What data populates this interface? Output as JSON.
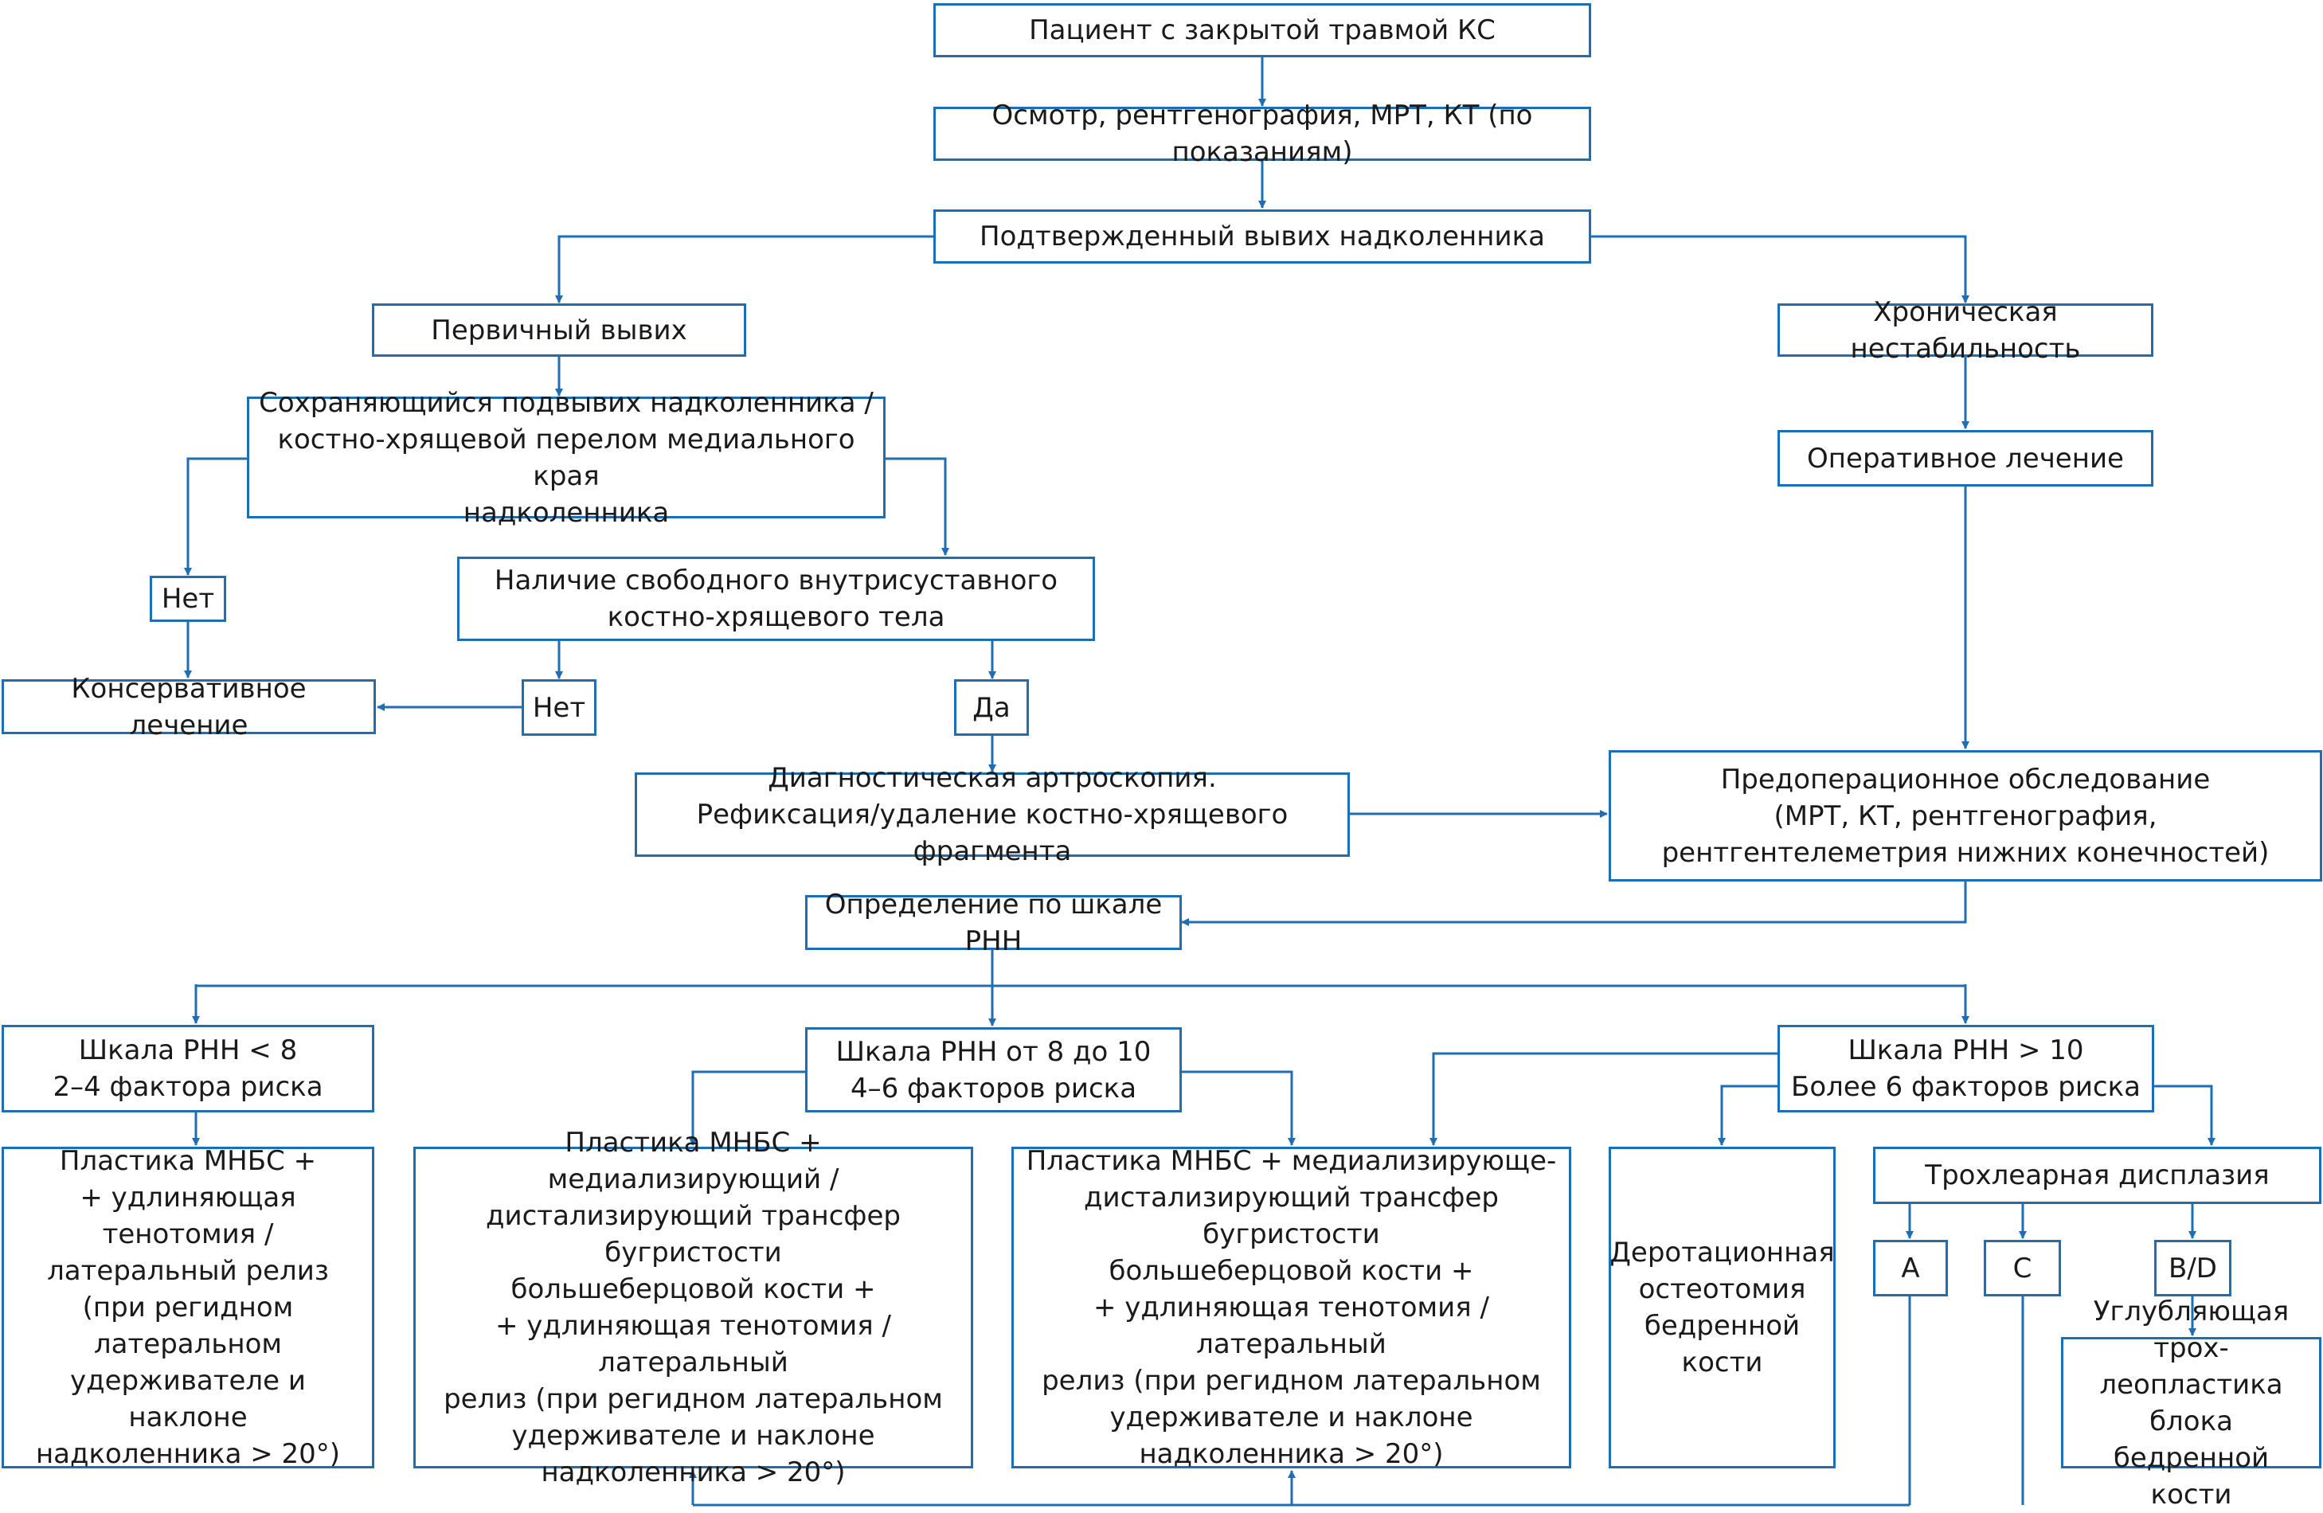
{
  "colors": {
    "line": "#1f6eb3",
    "text": "#1a1a1a",
    "background": "#ffffff"
  },
  "nodes": {
    "patient": "Пациент с закрытой травмой КС",
    "exam": "Осмотр, рентгенография, МРТ, КТ (по показаниям)",
    "confirmed": "Подтвержденный вывих надколенника",
    "primary": "Первичный вывих",
    "chronic": "Хроническая нестабильность",
    "persisting": "Сохраняющийся подвывих надколенника /\nкостно-хрящевой перелом медиального края\nнадколенника",
    "operative": "Оперативное лечение",
    "no1": "Нет",
    "loose_body": "Наличие свободного внутрисуставного\nкостно-хрящевого тела",
    "conservative": "Консервативное лечение",
    "no2": "Нет",
    "yes": "Да",
    "arthroscopy": "Диагностическая артроскопия.\nРефиксация/удаление костно-хрящевого фрагмента",
    "preop": "Предоперационное обследование\n(МРТ, КТ, рентгенография,\nрентгентелеметрия нижних конечностей)",
    "phh": "Определение по шкале PHH",
    "scale_low": "Шкала PHH < 8\n2–4 фактора риска",
    "scale_mid": "Шкала PHH от 8 до 10\n4–6 факторов риска",
    "scale_high": "Шкала PHH > 10\nБолее 6 факторов риска",
    "plasty_low": "Пластика МНБС +\n+ удлиняющая тенотомия /\nлатеральный релиз\n(при регидном латеральном\nудерживателе и наклоне\nнадколенника > 20°)",
    "plasty_mid": "Пластика МНБС + медиализирующий /\nдистализирующий трансфер бугристости\nбольшеберцовой кости +\n+ удлиняющая тенотомия / латеральный\nрелиз (при регидном латеральном\nудерживателе и наклоне\nнадколенника > 20°)",
    "plasty_high": "Пластика МНБС + медиализирующе-\nдистализирующий трансфер бугристости\nбольшеберцовой кости +\n+ удлиняющая тенотомия / латеральный\nрелиз (при регидном латеральном\nудерживателе и наклоне\nнадколенника > 20°)",
    "derotation": "Деротационная\nостеотомия\nбедренной\nкости",
    "trochlear": "Трохлеарная дисплазия",
    "type_a": "A",
    "type_c": "C",
    "type_bd": "B/D",
    "deepening": "Углубляющая трох-\nлеопластика блока\nбедренной кости"
  }
}
